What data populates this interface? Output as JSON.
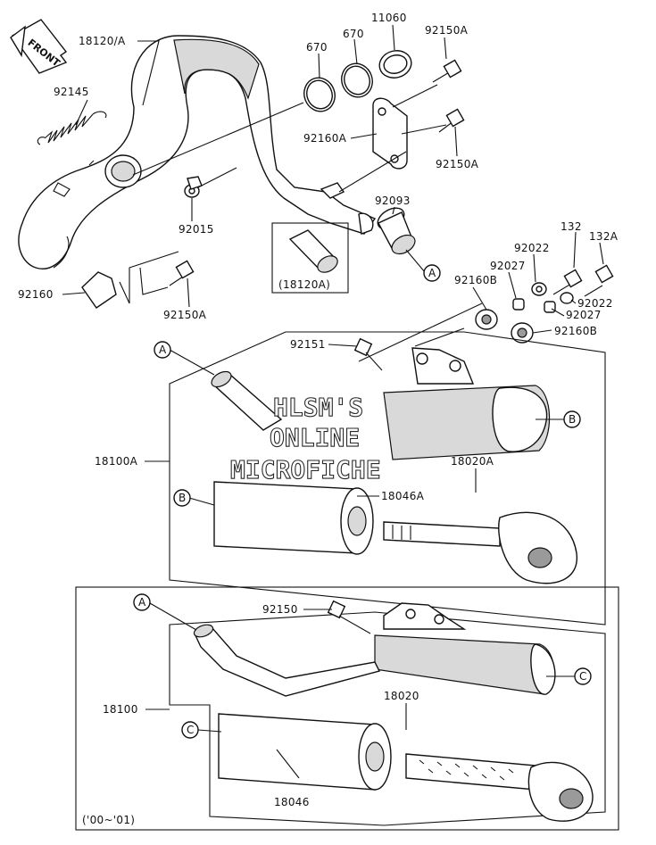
{
  "front_arrow": {
    "label": "FRONT"
  },
  "labels": {
    "l18120A": "18120/A",
    "l92145": "92145",
    "l670a": "670",
    "l670b": "670",
    "l11060": "11060",
    "l92150A_1": "92150A",
    "l92160A": "92160A",
    "l92150A_2": "92150A",
    "l92015": "92015",
    "l92093": "92093",
    "l18120A_alt": "(18120A)",
    "l92160": "92160",
    "l92150A_3": "92150A",
    "l92022_1": "92022",
    "l132": "132",
    "l132A": "132A",
    "l92027_1": "92027",
    "l92160B_1": "92160B",
    "l92022_2": "92022",
    "l92027_2": "92027",
    "l92160B_2": "92160B",
    "l92151": "92151",
    "l18100A": "18100A",
    "l18020A": "18020A",
    "l18046A": "18046A",
    "l92150": "92150",
    "l18100": "18100",
    "l18020": "18020",
    "l18046": "18046",
    "years": "('00~'01)"
  },
  "refs": {
    "a1": "A",
    "a2": "A",
    "a3": "A",
    "b1": "B",
    "b2": "B",
    "c1": "C",
    "c2": "C"
  },
  "watermark": {
    "line1": "HLSM'S",
    "line2": "ONLINE",
    "line3": "MICROFICHE"
  }
}
